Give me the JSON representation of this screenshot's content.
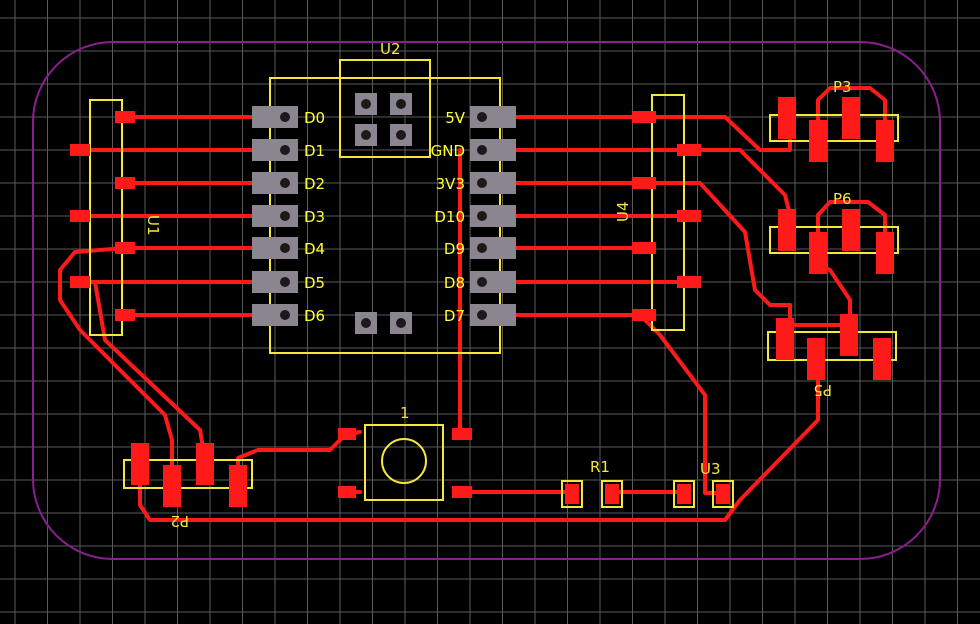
{
  "colors": {
    "background": "#000000",
    "grid": "#5a5a5a",
    "board_outline": "#8a1f8f",
    "copper": "#ff1a1a",
    "silkscreen": "#f5e63c",
    "pad_gray": "#8b8590",
    "pad_hole": "#1a1a1a"
  },
  "components": {
    "u2": "U2",
    "u1": "U1",
    "u4": "U4",
    "p3": "P3",
    "p6": "P6",
    "p5": "P5",
    "p2": "P2",
    "r1": "R1",
    "u3": "U3",
    "switch": "1"
  },
  "u2_pins": {
    "left": [
      "D0",
      "D1",
      "D2",
      "D3",
      "D4",
      "D5",
      "D6"
    ],
    "right": [
      "5V",
      "GND",
      "3V3",
      "D10",
      "D9",
      "D8",
      "D7"
    ]
  }
}
